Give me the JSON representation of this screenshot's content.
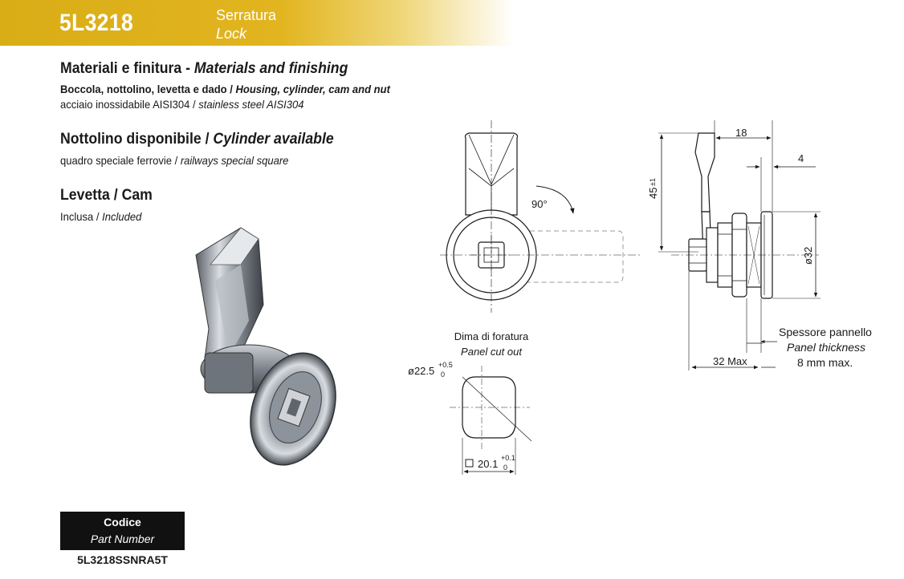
{
  "header": {
    "code": "5L3218",
    "name_it": "Serratura",
    "name_en": "Lock"
  },
  "materials": {
    "title_it": "Materiali e finitura -",
    "title_en": "Materials and finishing",
    "parts_it": "Boccola, nottolino, levetta e dado /",
    "parts_en": "Housing, cylinder, cam and nut",
    "material_it": "acciaio inossidabile AISI304 /",
    "material_en": "stainless steel AISI304"
  },
  "cylinder": {
    "title_it": "Nottolino disponibile /",
    "title_en": "Cylinder available",
    "value_it": "quadro speciale ferrovie /",
    "value_en": "railways special square"
  },
  "cam": {
    "title": "Levetta / Cam",
    "value_it": "Inclusa /",
    "value_en": "Included"
  },
  "drawing": {
    "rotation": "90°",
    "cutout_it": "Dima di foratura",
    "cutout_en": "Panel cut out",
    "cutout_dia": "ø22.5",
    "cutout_dia_tol_top": "+0.5",
    "cutout_dia_tol_bot": "0",
    "cutout_square": "20.1",
    "cutout_square_tol_top": "+0.1",
    "cutout_square_tol_bot": "0",
    "dim_width": "18",
    "dim_cam": "4",
    "dim_height": "45",
    "dim_height_tol": "±1",
    "dim_dia": "ø32",
    "dim_max": "32  Max",
    "thickness_it": "Spessore pannello",
    "thickness_en": "Panel thickness",
    "thickness_val": "8 mm max."
  },
  "part": {
    "label_it": "Codice",
    "label_en": "Part Number",
    "number": "5L3218SSNRA5T"
  },
  "colors": {
    "banner": "#dcae18",
    "line": "#1a1a1a"
  }
}
